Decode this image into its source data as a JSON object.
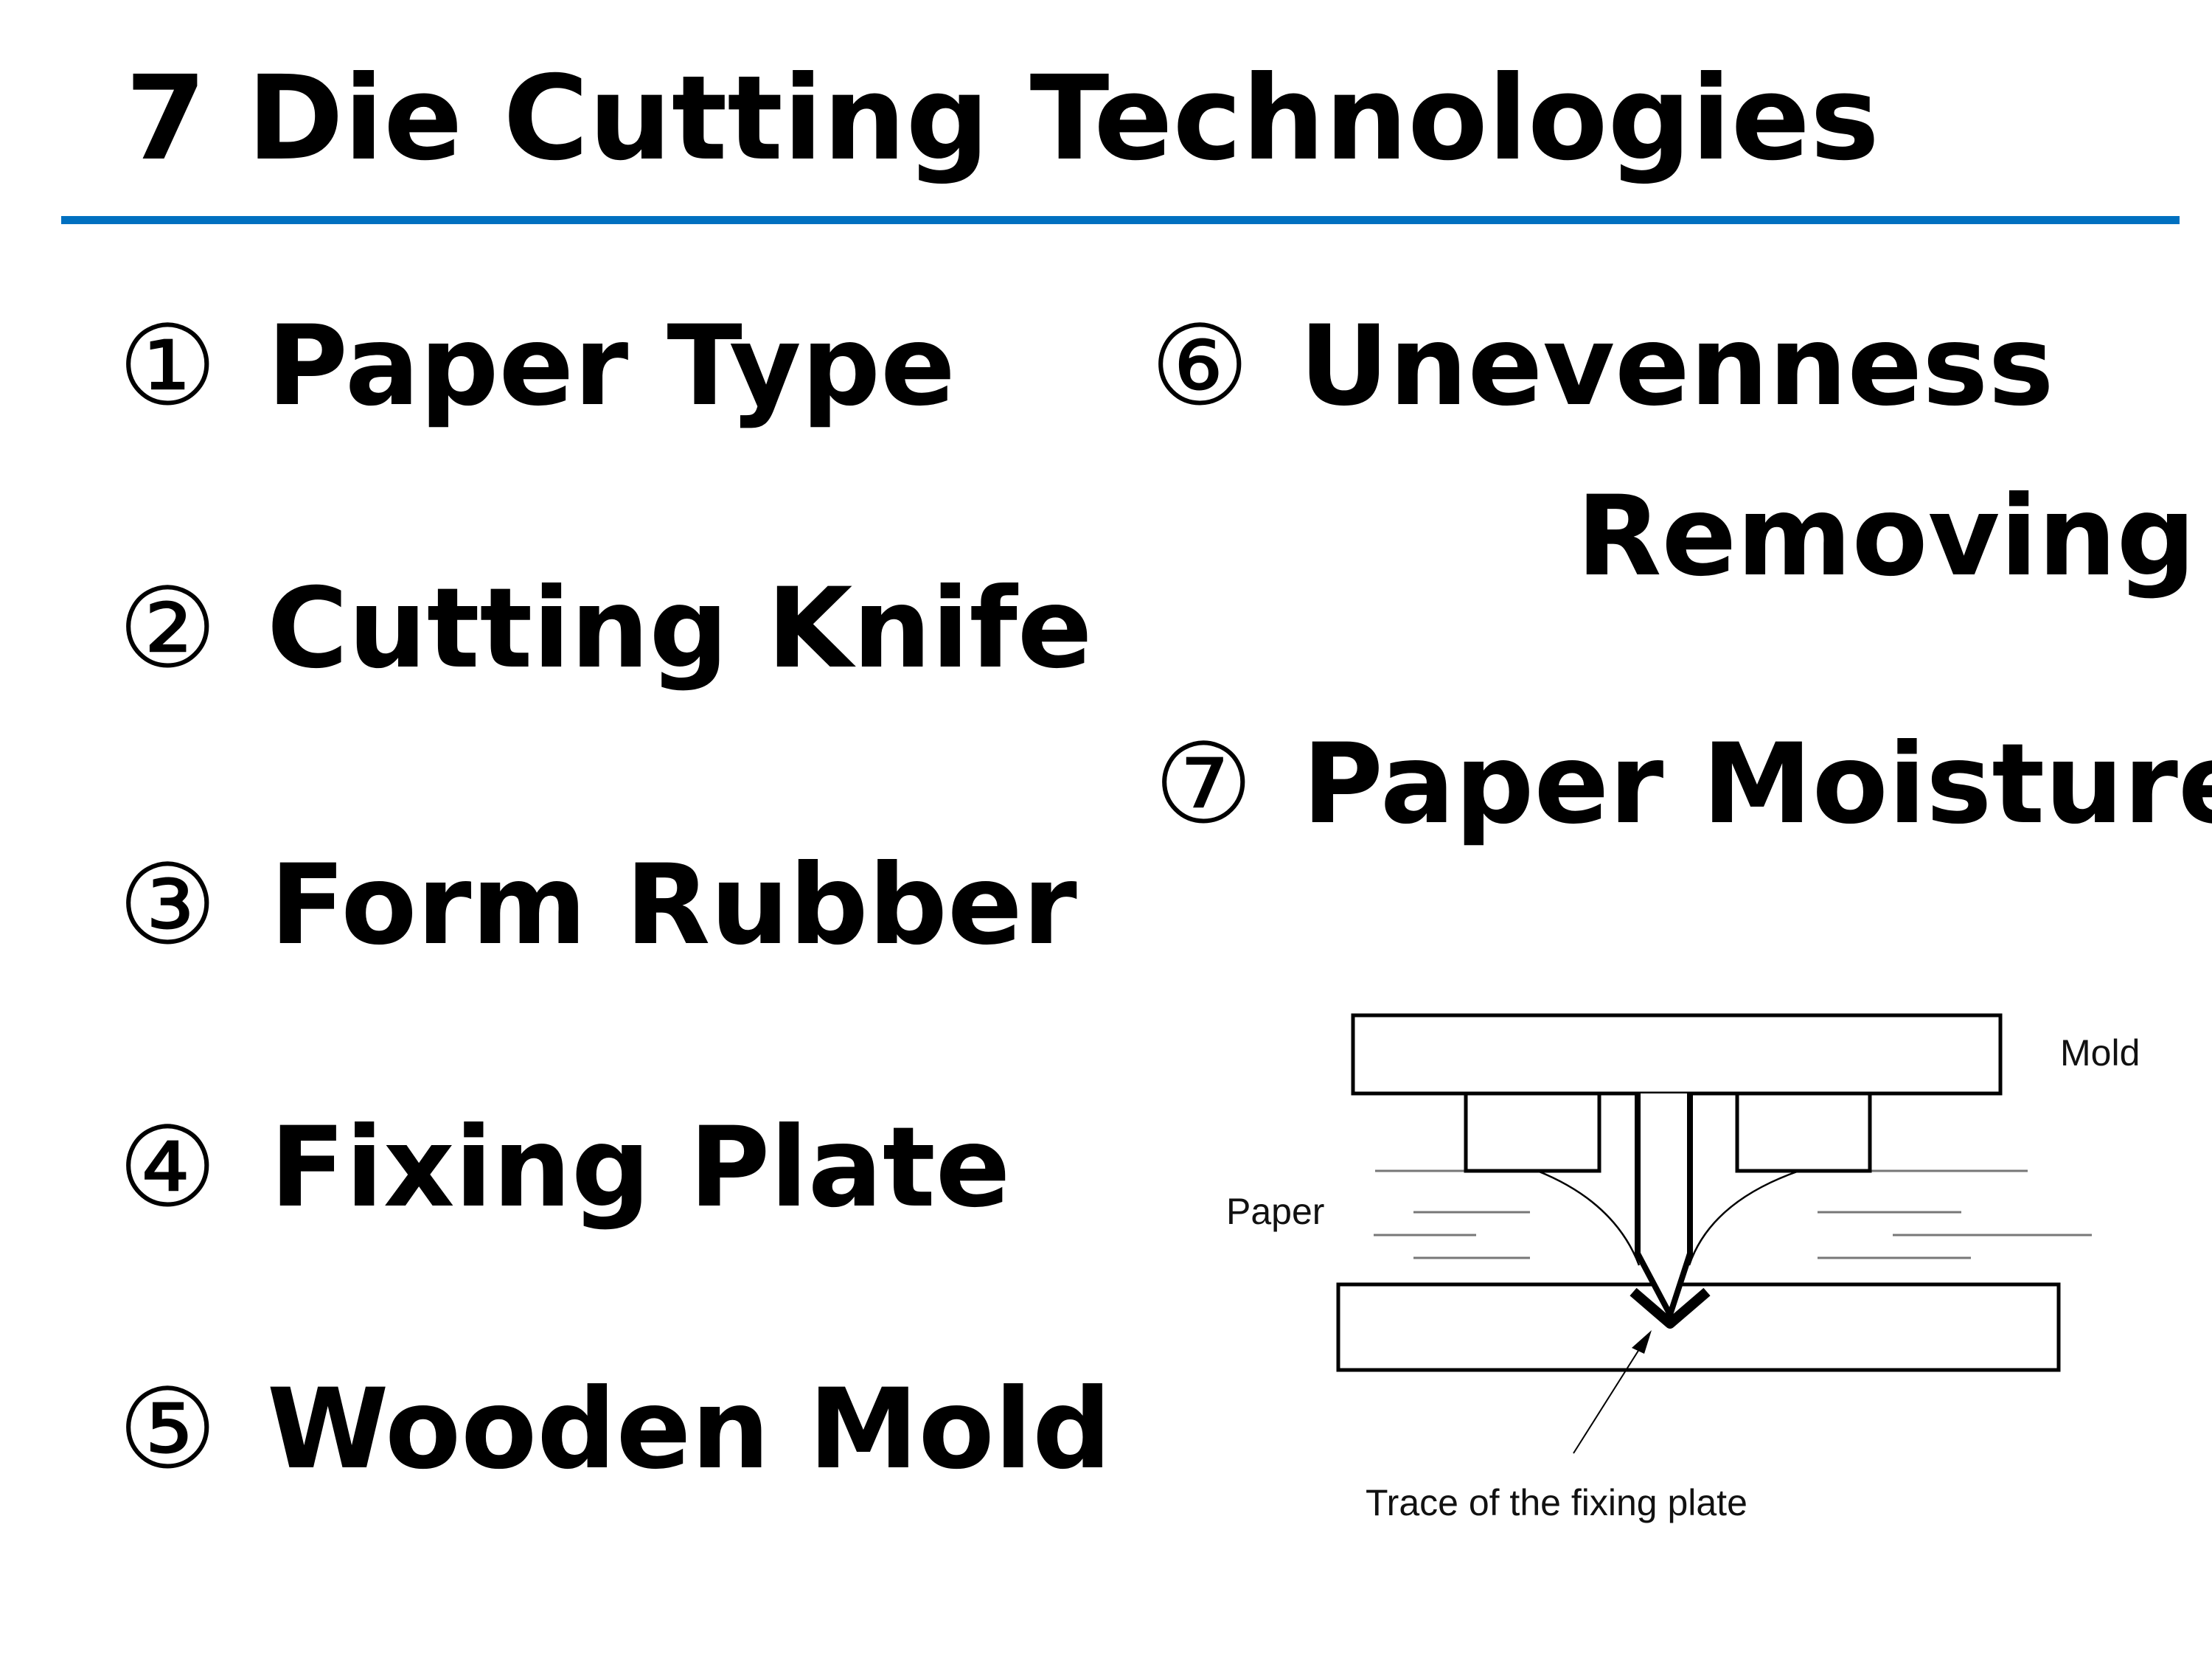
{
  "title": "7 Die Cutting Technologies",
  "accent_color": "#0070C0",
  "items": [
    {
      "num": "①",
      "label": "Paper Type"
    },
    {
      "num": "②",
      "label": "Cutting Knife"
    },
    {
      "num": "③",
      "label": "Form Rubber"
    },
    {
      "num": "④",
      "label": "Fixing Plate"
    },
    {
      "num": "⑤",
      "label": "Wooden Mold"
    },
    {
      "num": "⑥",
      "label": "Unevenness",
      "label2": "Removing"
    },
    {
      "num": "⑦",
      "label": "Paper Moisture"
    }
  ],
  "diagram": {
    "mold_label": "Mold",
    "paper_label": "Paper",
    "trace_label": "Trace of the fixing plate"
  }
}
